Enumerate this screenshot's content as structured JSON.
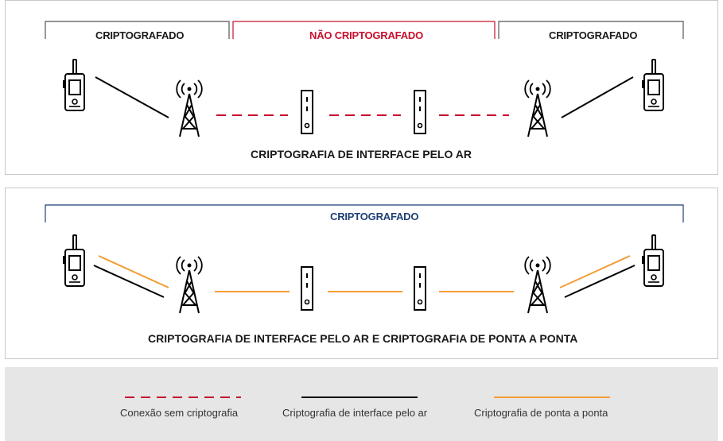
{
  "panel_top": {
    "segments": [
      {
        "label": "CRIPTOGRAFADO",
        "color": "#1a1a1a"
      },
      {
        "label": "NÃO CRIPTOGRAFADO",
        "color": "#c8102e"
      },
      {
        "label": "CRIPTOGRAFADO",
        "color": "#1a1a1a"
      }
    ],
    "title": "CRIPTOGRAFIA DE INTERFACE PELO AR"
  },
  "panel_bottom": {
    "segment_label": "CRIPTOGRAFADO",
    "segment_color": "#1f3f77",
    "title": "CRIPTOGRAFIA DE INTERFACE PELO AR E CRIPTOGRAFIA DE PONTA A PONTA"
  },
  "legend": {
    "items": [
      {
        "label": "Conexão sem criptografia",
        "style": "dashed",
        "color": "#c8102e"
      },
      {
        "label": "Criptografia de interface pelo ar",
        "style": "solid",
        "color": "#000000"
      },
      {
        "label": "Criptografia de ponta a ponta",
        "style": "solid",
        "color": "#f39c34"
      }
    ]
  },
  "colors": {
    "red": "#c8102e",
    "orange": "#f39c34",
    "navy": "#1f3f77",
    "black": "#000000"
  },
  "icons": [
    "radio-icon",
    "tower-icon",
    "server-icon"
  ]
}
